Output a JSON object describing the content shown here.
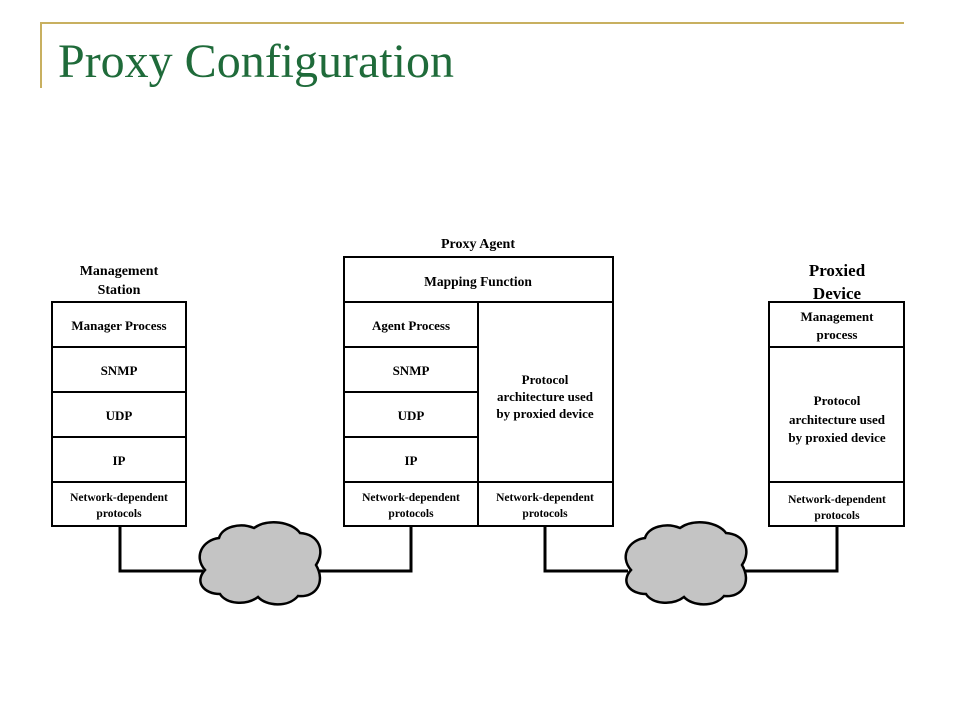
{
  "slide": {
    "title": "Proxy Configuration"
  },
  "management_station": {
    "header_lines": [
      "Management",
      "Station"
    ],
    "layers": [
      "Manager Process",
      "SNMP",
      "UDP",
      "IP"
    ],
    "network_lines": [
      "Network-dependent",
      "protocols"
    ]
  },
  "proxy_agent": {
    "header": "Proxy Agent",
    "mapping": "Mapping Function",
    "left_layers": [
      "Agent Process",
      "SNMP",
      "UDP",
      "IP"
    ],
    "right_lines": [
      "Protocol",
      "architecture used",
      "by proxied device"
    ],
    "network_left_lines": [
      "Network-dependent",
      "protocols"
    ],
    "network_right_lines": [
      "Network-dependent",
      "protocols"
    ]
  },
  "proxied_device": {
    "header_lines": [
      "Proxied",
      "Device"
    ],
    "process_lines": [
      "Management",
      "process"
    ],
    "protocol_lines": [
      "Protocol",
      "architecture used",
      "by proxied device"
    ],
    "network_lines": [
      "Network-dependent",
      "protocols"
    ]
  }
}
